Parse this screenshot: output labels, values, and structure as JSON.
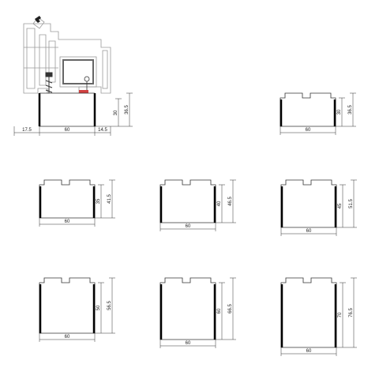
{
  "top_section": {
    "dims": {
      "a": "17.5",
      "b": "60",
      "c": "14.5",
      "h1": "30",
      "h2": "36.5"
    }
  },
  "profiles": [
    {
      "width": "60",
      "h1": "30",
      "h2": "36.5"
    },
    {
      "width": "60",
      "h1": "35",
      "h2": "41.5"
    },
    {
      "width": "60",
      "h1": "40",
      "h2": "46.5"
    },
    {
      "width": "60",
      "h1": "45",
      "h2": "51.5"
    },
    {
      "width": "60",
      "h1": "50",
      "h2": "56.5"
    },
    {
      "width": "60",
      "h1": "60",
      "h2": "66.5"
    },
    {
      "width": "60",
      "h1": "70",
      "h2": "76.5"
    }
  ],
  "colors": {
    "line": "#333333",
    "seal": "#000000",
    "frame": "#aaaaaa",
    "accent": "#d04040"
  }
}
